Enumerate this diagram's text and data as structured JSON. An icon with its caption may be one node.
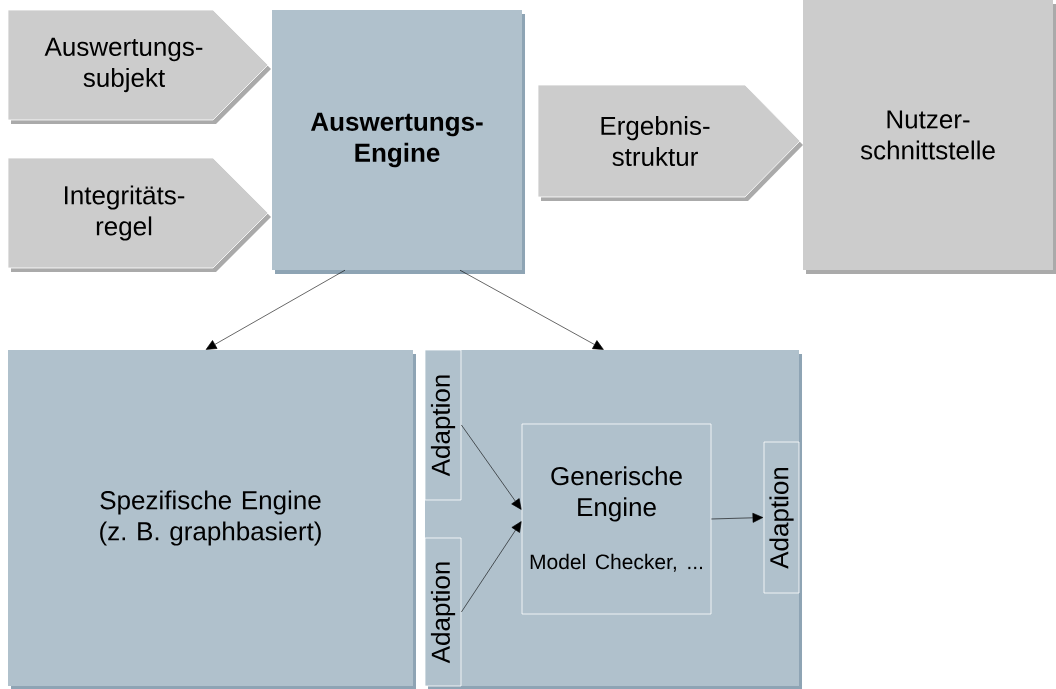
{
  "diagram": {
    "nodes": [
      {
        "text": [
          "Auswertungs- subjekt"
        ]
      },
      {
        "text": [
          "Integritäts- regel"
        ]
      },
      {
        "text": [
          "Auswertungs- Engine"
        ]
      },
      {
        "text": [
          "Ergebnis- struktur"
        ]
      },
      {
        "text": [
          "Nutzer- schnittstelle"
        ]
      },
      {
        "text": [
          "Spezifische Engine (z. B. graphbasiert)"
        ]
      },
      {
        "text": [],
        "shape": "box"
      },
      {
        "text": [
          "Adaption"
        ],
        "in": 6
      },
      {
        "text": [
          "Adaption"
        ],
        "in": 6
      },
      {
        "text": [
          "Generische Engine",
          "Model Checker, ..."
        ],
        "in": 6
      },
      {
        "text": [
          "Adaption"
        ],
        "in": 6
      }
    ],
    "edges": [
      {
        "from": 2,
        "to": 5,
        "arrow": "to"
      },
      {
        "from": 2,
        "to": 6,
        "arrow": "to"
      },
      {
        "from": 7,
        "to": 9,
        "arrow": "to"
      },
      {
        "from": 8,
        "to": 9,
        "arrow": "to"
      },
      {
        "from": 9,
        "to": 10,
        "arrow": "to"
      }
    ]
  }
}
